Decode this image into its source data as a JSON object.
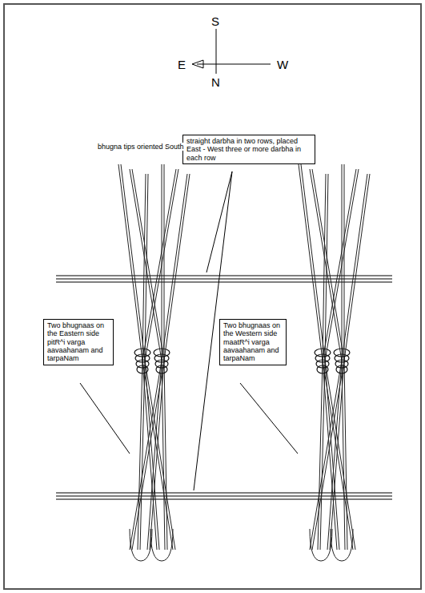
{
  "diagram": {
    "nodes": [
      {
        "text": [
          "straight darbha in two rows, placed East - West three or more darbha in each row"
        ]
      },
      {
        "text": [
          "Two bhugnaas on the Eastern side pitR^i varga aavaahanam and tarpaNam"
        ]
      },
      {
        "text": [
          "Two bhugnaas on the Western side maatR^i varga aavaahanam and tarpaNam"
        ]
      }
    ],
    "labels": [
      "S",
      "E",
      "W",
      "N",
      "bhugna tips oriented South"
    ]
  }
}
